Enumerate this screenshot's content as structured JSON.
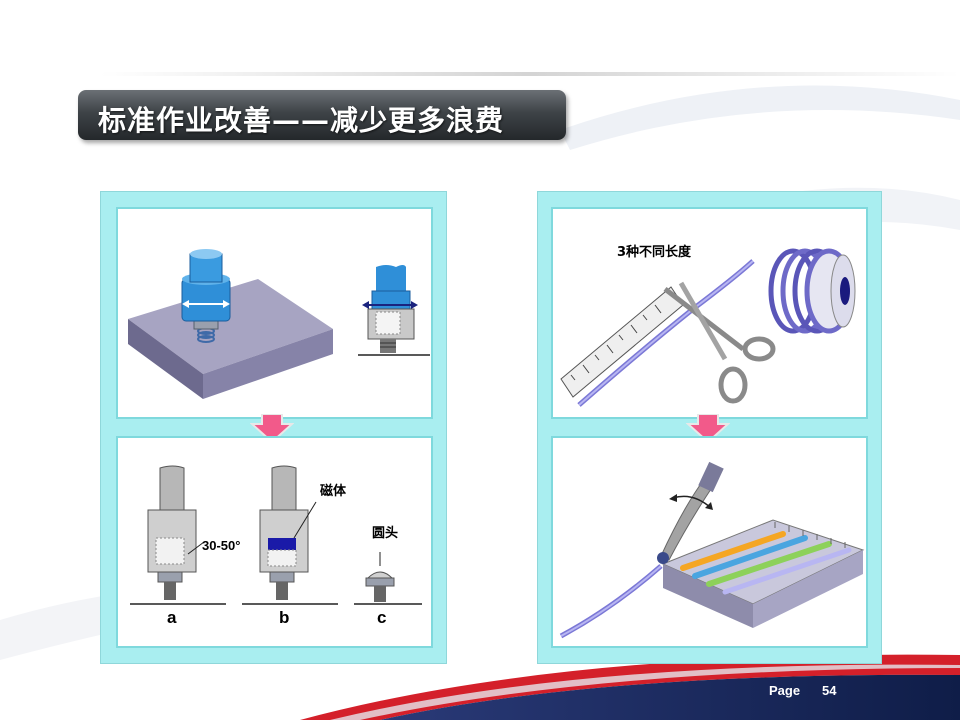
{
  "slide": {
    "title": "标准作业改善——减少更多浪费",
    "page_label": "Page",
    "page_number": "54"
  },
  "left_panel": {
    "bottom_card": {
      "angle_label": "30-50°",
      "magnet_label": "磁体",
      "round_head_label": "圆头",
      "variant_a": "a",
      "variant_b": "b",
      "variant_c": "c"
    }
  },
  "right_panel": {
    "top_card": {
      "length_label": "3种不同长度"
    }
  },
  "colors": {
    "title_bar": "#3e4347",
    "panel_background": "#a9eef0",
    "card_border": "#7fd9dd",
    "down_arrow": "#f25a8a",
    "footer_red": "#d4202a",
    "footer_navy": "#1b2a5e"
  }
}
